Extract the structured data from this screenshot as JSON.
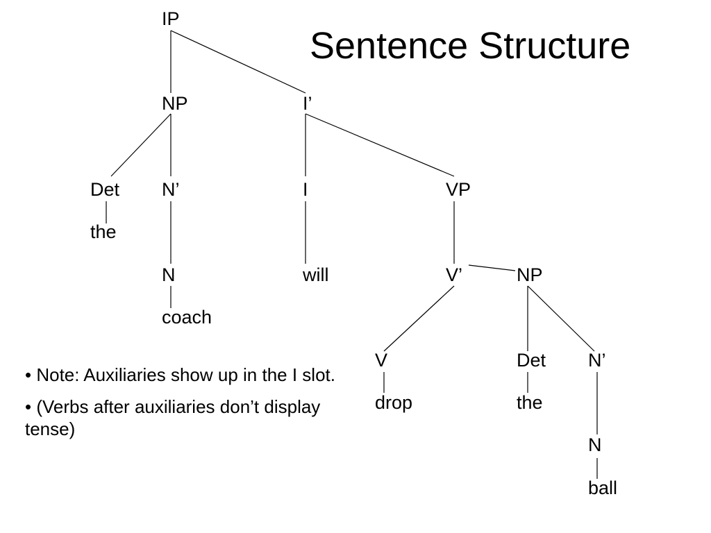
{
  "slide": {
    "title": "Sentence Structure",
    "notes": [
      "• Note: Auxiliaries show up in the I slot.",
      "• (Verbs after auxiliaries don’t display tense)"
    ]
  },
  "tree": {
    "nodes": {
      "ip": "IP",
      "np_subject": "NP",
      "i_bar": "I’",
      "det_subject": "Det",
      "det_subject_word": "the",
      "n_bar_subject": "N’",
      "n_subject": "N",
      "n_subject_word": "coach",
      "i_head": "I",
      "i_head_word": "will",
      "vp": "VP",
      "v_bar": "V’",
      "v_head": "V",
      "v_head_word": "drop",
      "np_object": "NP",
      "det_object": "Det",
      "det_object_word": "the",
      "n_bar_object": "N’",
      "n_object": "N",
      "n_object_word": "ball"
    }
  }
}
